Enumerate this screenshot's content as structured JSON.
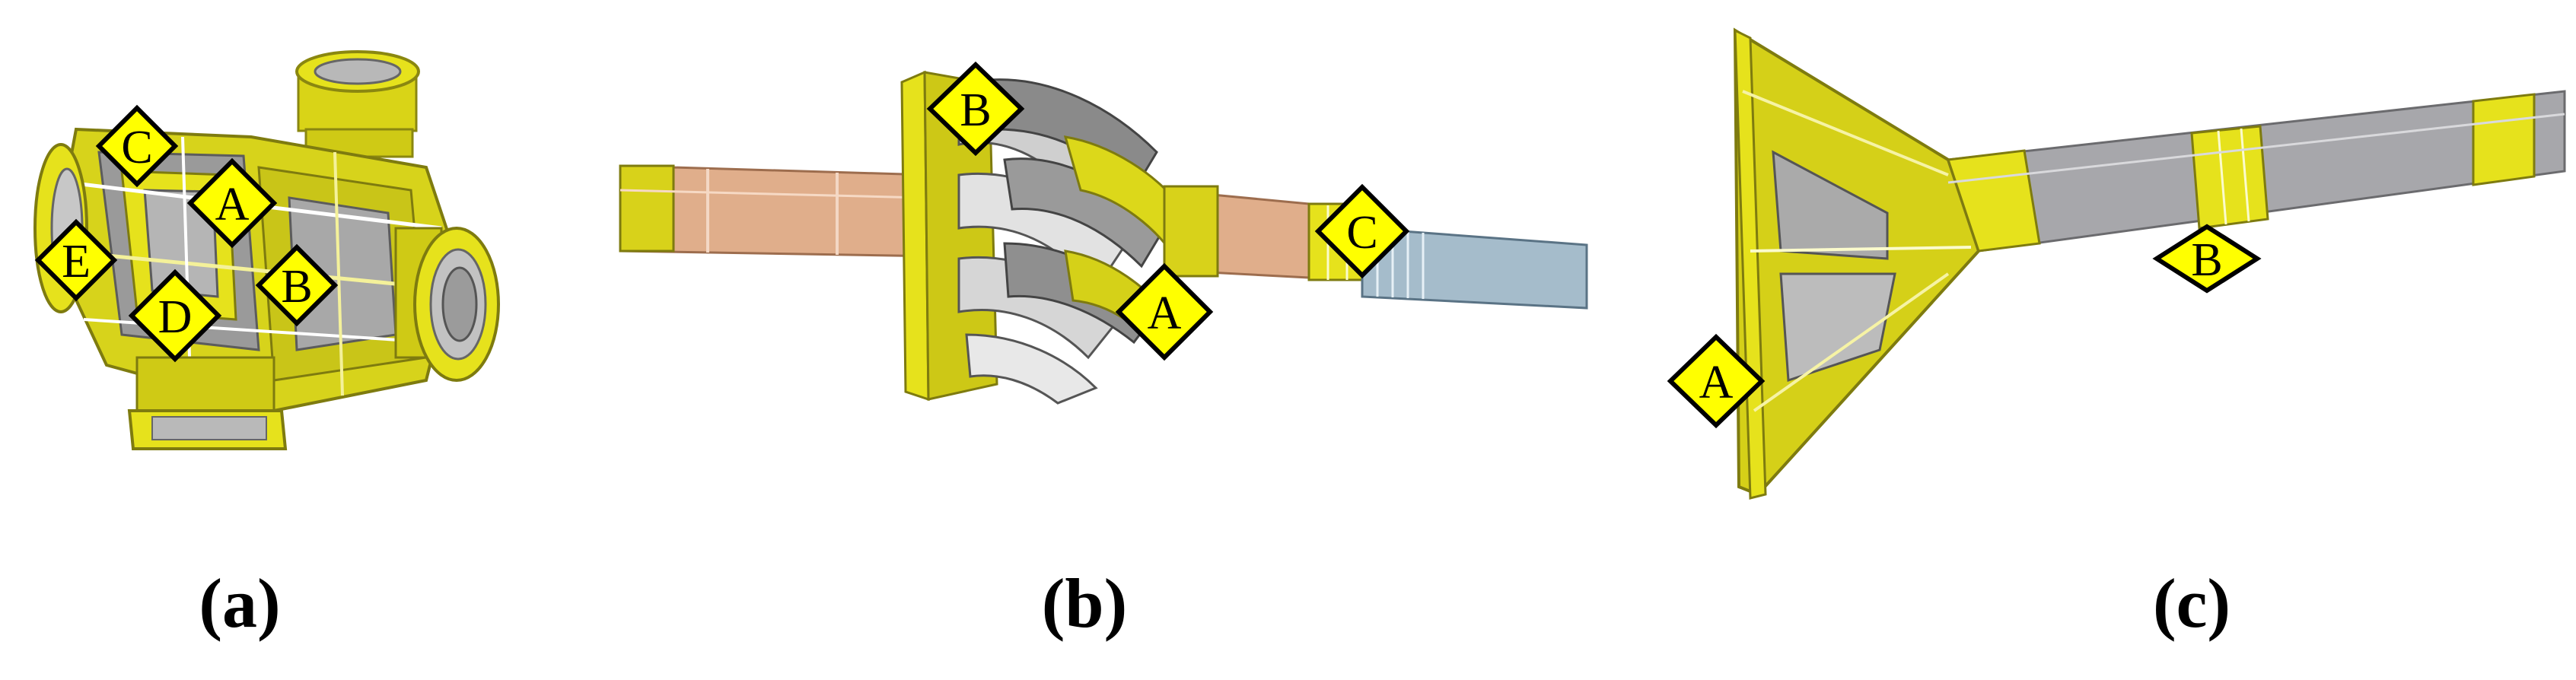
{
  "figure": {
    "panels": [
      {
        "caption": "(a)",
        "markers": [
          "C",
          "A",
          "E",
          "B",
          "D"
        ]
      },
      {
        "caption": "(b)",
        "markers": [
          "B",
          "A",
          "C"
        ]
      },
      {
        "caption": "(c)",
        "markers": [
          "A",
          "B"
        ]
      }
    ]
  },
  "colors": {
    "part_yellow": "#e6e21c",
    "shaft_copper": "#e2b291",
    "shaft_steel": "#9fb7c8",
    "shaft_grey": "#a7a7ab",
    "blade_grey": "#c9c9c9",
    "marker_fill": "#ffff00",
    "marker_stroke": "#000000"
  }
}
